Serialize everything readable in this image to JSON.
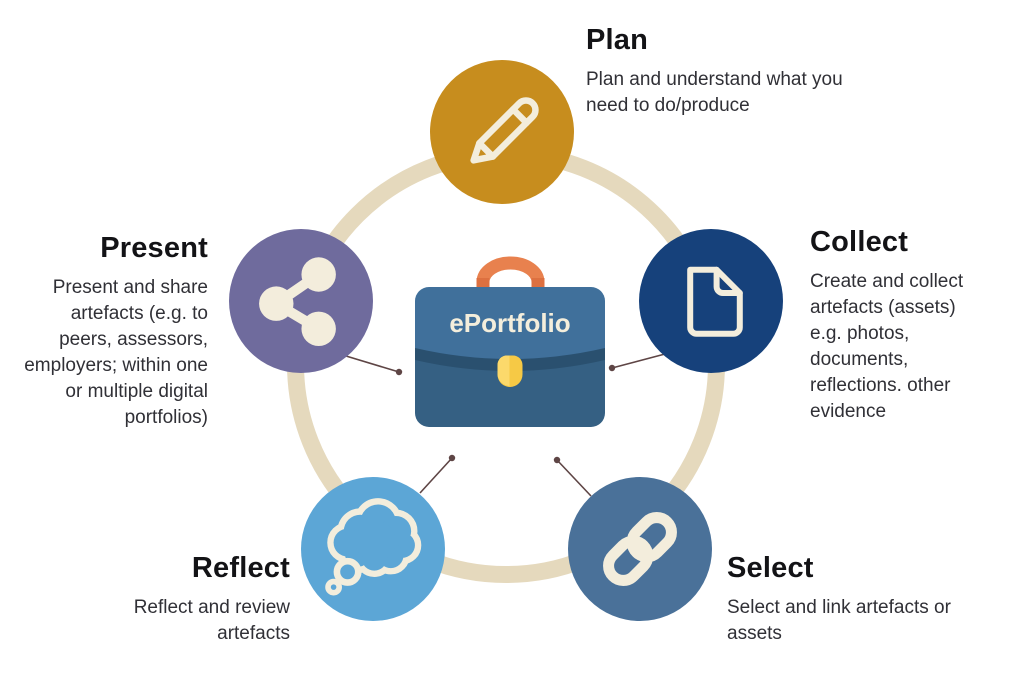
{
  "background_color": "#FFFFFF",
  "ring": {
    "color": "#E5D9BD"
  },
  "connector": {
    "color": "#5E4545"
  },
  "icon_color": "#F3EDDC",
  "text_colors": {
    "heading": "#131316",
    "body": "#303036"
  },
  "center": {
    "label": "ePortfolio",
    "label_color": "#F4EEDC",
    "flap_color": "#40709B",
    "body_color": "#356083",
    "band_color": "#2A506F",
    "handle_color": "#E8814E",
    "handle_shade_color": "#DD7040",
    "clasp_color": "#F6C945",
    "clasp_highlight_color": "#FCD96B",
    "icon": "briefcase-icon"
  },
  "stages": {
    "plan": {
      "title": "Plan",
      "description": "Plan and understand what you need to do/produce",
      "color": "#C78D1E",
      "icon": "pencil-icon"
    },
    "collect": {
      "title": "Collect",
      "description": "Create and collect artefacts (assets) e.g. photos, documents, reflections. other evidence",
      "color": "#16417B",
      "icon": "document-icon"
    },
    "select": {
      "title": "Select",
      "description": "Select and link artefacts or assets",
      "color": "#4A7199",
      "icon": "chain-link-icon"
    },
    "reflect": {
      "title": "Reflect",
      "description": "Reflect and review artefacts",
      "color": "#5CA6D6",
      "icon": "thought-cloud-icon"
    },
    "present": {
      "title": "Present",
      "description": "Present and share artefacts (e.g. to peers, assessors, employers; within one or multiple digital portfolios)",
      "color": "#6F6B9D",
      "icon": "share-icon"
    }
  }
}
